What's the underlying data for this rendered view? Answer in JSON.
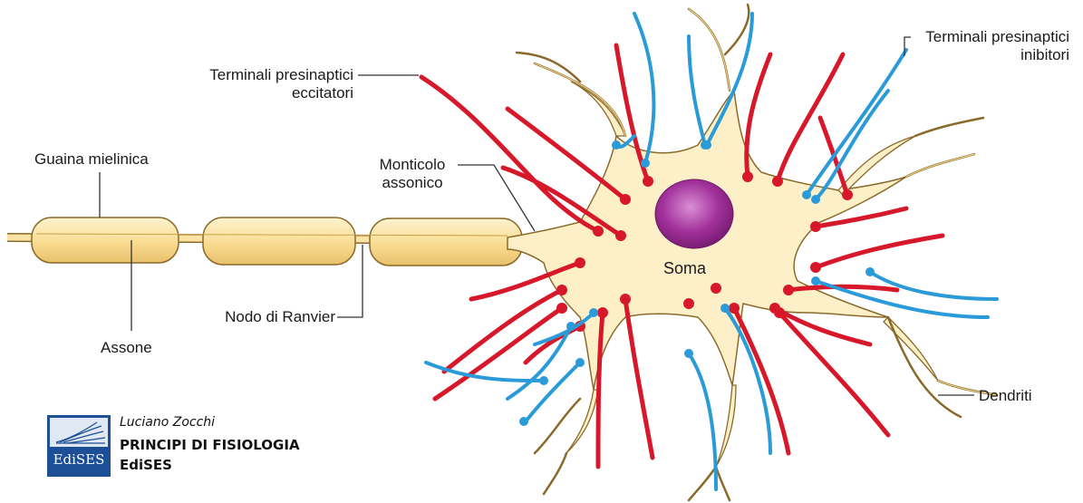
{
  "diagram": {
    "labels": {
      "terminali_eccitatori": [
        "Terminali presinaptici",
        "eccitatori"
      ],
      "terminali_inibitori": [
        "Terminali presinaptici",
        "inibitori"
      ],
      "guaina": "Guaina mielinica",
      "monticolo": [
        "Monticolo",
        "assonico"
      ],
      "soma": "Soma",
      "nodo": "Nodo di Ranvier",
      "assone": "Assone",
      "dendriti": "Dendriti"
    },
    "colors": {
      "myelin": "#fbe3a6",
      "soma": "#fdf0c8",
      "nucleus": "#a2319b",
      "excitatory": "#d7182a",
      "inhibitory": "#2a9bd8",
      "dendrite_outline": "#8a6a2a",
      "logo_blue": "#1c4f95"
    }
  },
  "publisher": {
    "author": "Luciano Zocchi",
    "title": "PRINCIPI DI FISIOLOGIA",
    "name": "EdiSES",
    "logo_text": "EdiSES"
  }
}
